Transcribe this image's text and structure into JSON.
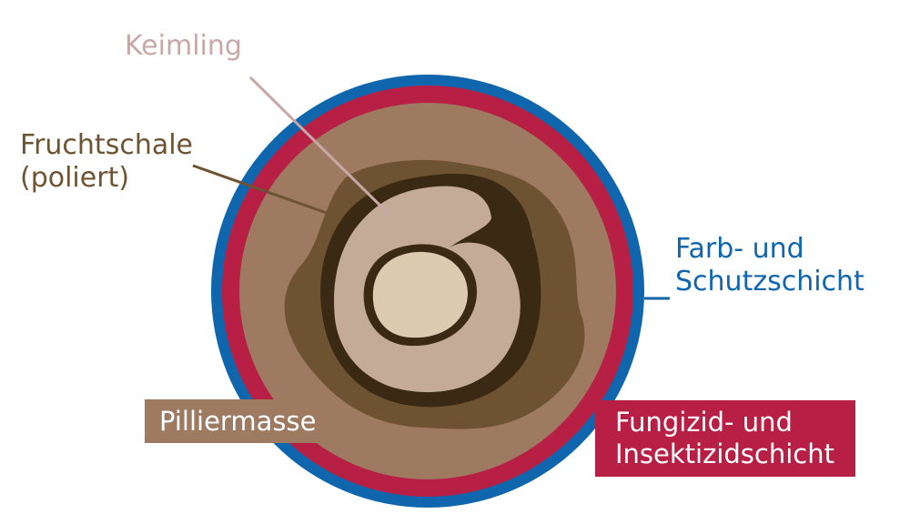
{
  "labels": {
    "keimling": {
      "text": "Keimling",
      "color": "#c8a8a6"
    },
    "fruchtschale": {
      "line1": "Fruchtschale",
      "line2": "(poliert)",
      "color": "#6e5332"
    },
    "farb": {
      "line1": "Farb- und",
      "line2": "Schutzschicht",
      "color": "#0f66ad"
    },
    "pilliermasse": {
      "text": "Pilliermasse",
      "bg": "#9e7a60"
    },
    "fungizid": {
      "line1": "Fungizid- und",
      "line2": "Insektizidschicht",
      "bg": "#b81f45"
    }
  },
  "colors": {
    "outer_blue": "#0f66ad",
    "red_layer": "#b81f45",
    "pillier_fill": "#9e7a60",
    "fruchtschale_fill": "#6e5332",
    "seed_outline": "#3a2a14",
    "keimling_fill": "#c3ab98",
    "endosperm_fill": "#dccab1",
    "leader_keimling": "#c8a8a6",
    "leader_fruchtschale": "#6e5332",
    "leader_farb": "#0f66ad"
  }
}
